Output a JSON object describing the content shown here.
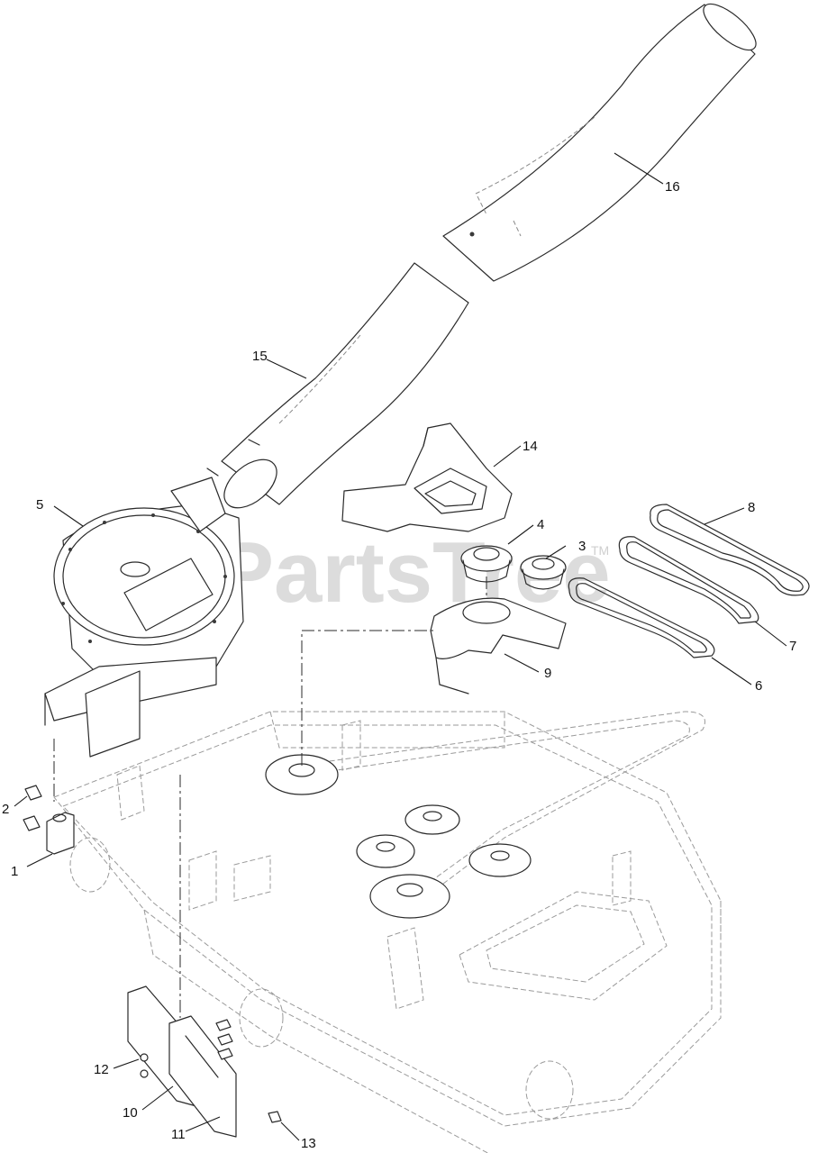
{
  "watermark": {
    "text": "PartsTree",
    "tm": "TM"
  },
  "callouts": [
    {
      "id": "1",
      "label": "1"
    },
    {
      "id": "2",
      "label": "2"
    },
    {
      "id": "3",
      "label": "3"
    },
    {
      "id": "4",
      "label": "4"
    },
    {
      "id": "5",
      "label": "5"
    },
    {
      "id": "6",
      "label": "6"
    },
    {
      "id": "7",
      "label": "7"
    },
    {
      "id": "8",
      "label": "8"
    },
    {
      "id": "9",
      "label": "9"
    },
    {
      "id": "10",
      "label": "10"
    },
    {
      "id": "11",
      "label": "11"
    },
    {
      "id": "12",
      "label": "12"
    },
    {
      "id": "13",
      "label": "13"
    },
    {
      "id": "14",
      "label": "14"
    },
    {
      "id": "15",
      "label": "15"
    },
    {
      "id": "16",
      "label": "16"
    }
  ]
}
